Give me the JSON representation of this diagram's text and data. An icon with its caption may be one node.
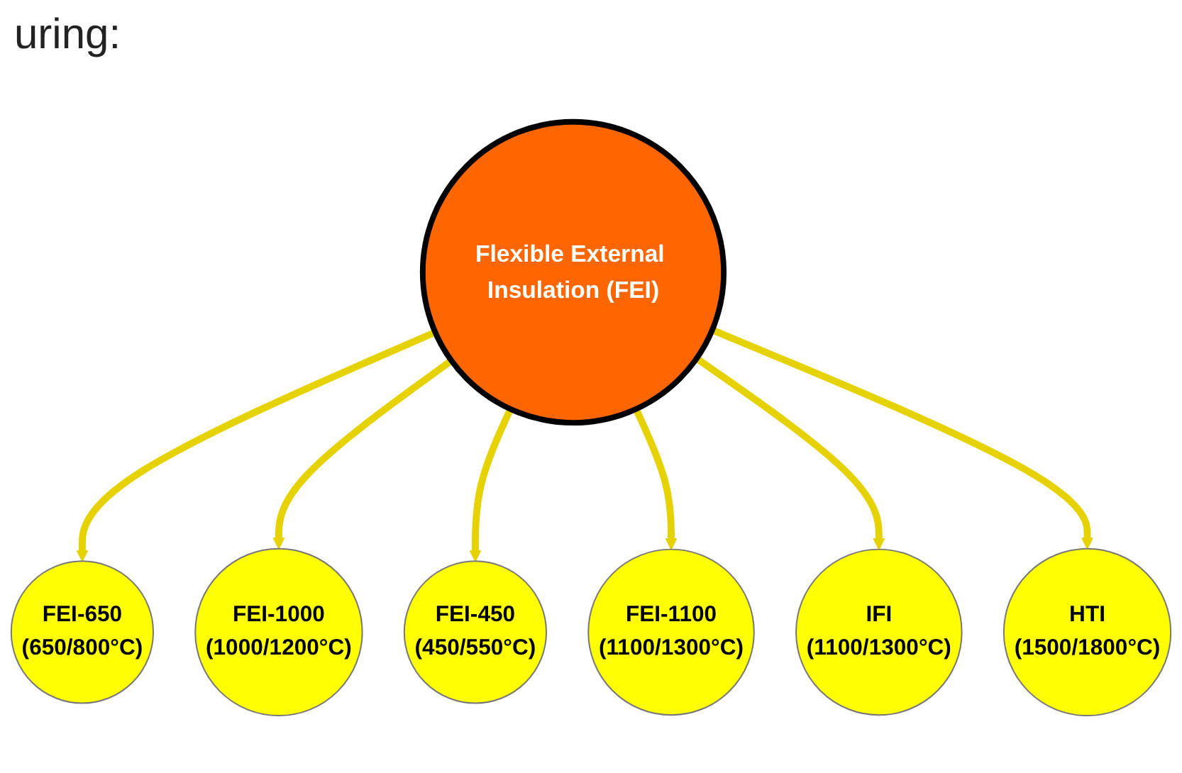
{
  "diagram": {
    "nodes": [
      {
        "text": [
          "Flexible External Insulation (FEI)"
        ]
      },
      {
        "text": [
          "FEI-650",
          "(650/800°C)"
        ]
      },
      {
        "text": [
          "FEI-1000",
          "(1000/1200°C)"
        ]
      },
      {
        "text": [
          "FEI-450",
          "(450/550°C)"
        ]
      },
      {
        "text": [
          "FEI-1100",
          "(1100/1300°C)"
        ]
      },
      {
        "text": [
          "IFI",
          "(1100/1300°C)"
        ]
      },
      {
        "text": [
          "HTI",
          "(1500/1800°C)"
        ]
      }
    ],
    "edges": [
      {
        "from": 0,
        "to": 1,
        "arrow": "to"
      },
      {
        "from": 0,
        "to": 2,
        "arrow": "to"
      },
      {
        "from": 0,
        "to": 3,
        "arrow": "to"
      },
      {
        "from": 0,
        "to": 4,
        "arrow": "to"
      },
      {
        "from": 0,
        "to": 5,
        "arrow": "to"
      },
      {
        "from": 0,
        "to": 6,
        "arrow": "to"
      }
    ],
    "labels": [
      "uring:"
    ]
  }
}
